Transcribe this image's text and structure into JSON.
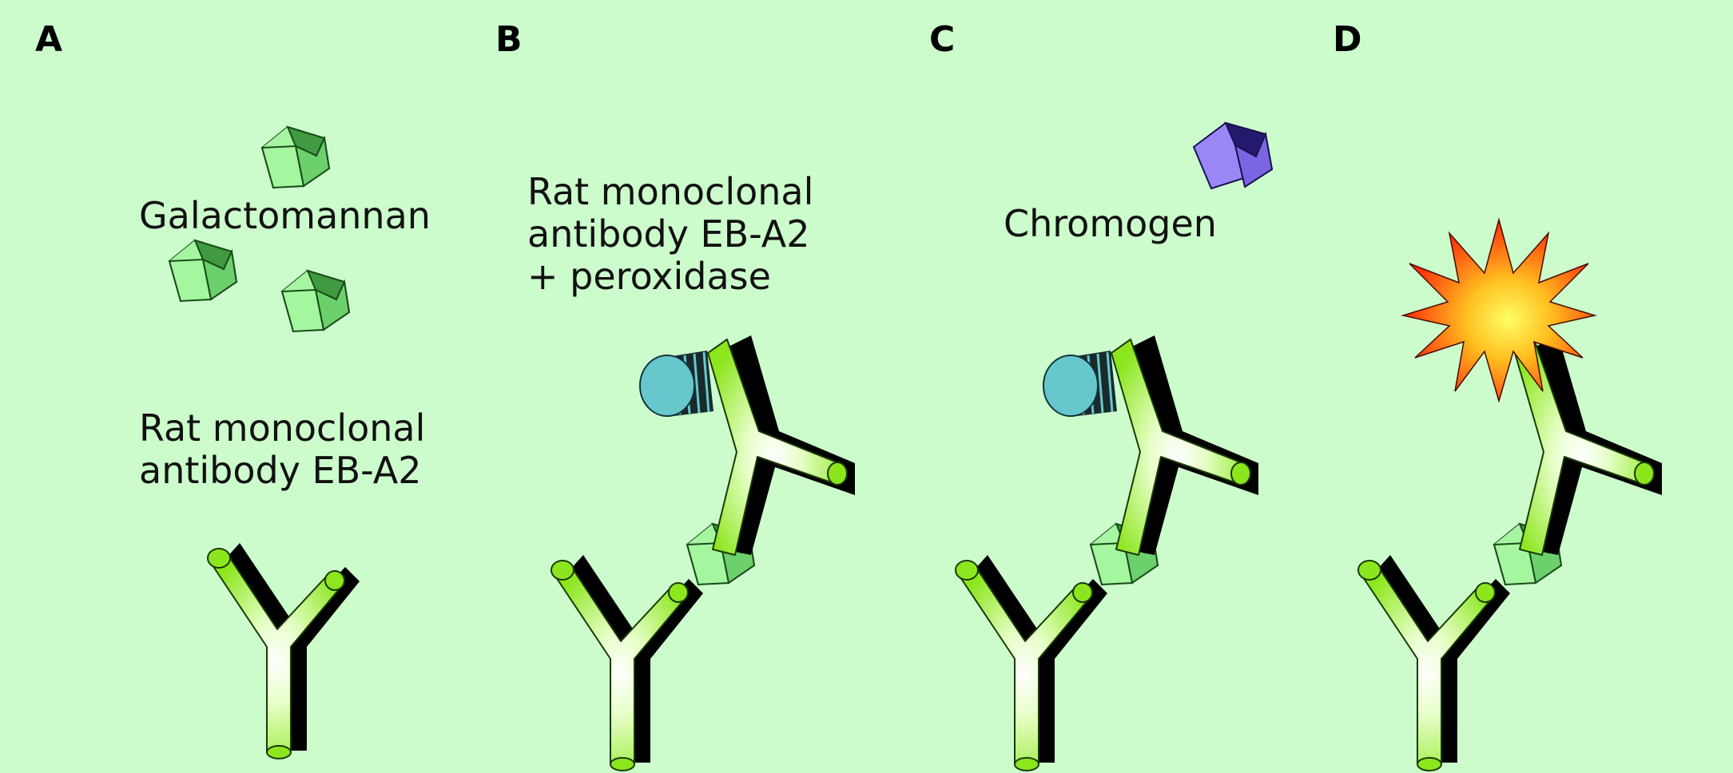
{
  "panels": [
    {
      "letter": "A"
    },
    {
      "letter": "B"
    },
    {
      "letter": "C"
    },
    {
      "letter": "D"
    }
  ],
  "labels": {
    "galactomannan": "Galactomannan",
    "capture_antibody": [
      "Rat monoclonal",
      "antibody EB-A2"
    ],
    "conjugate": [
      "Rat monoclonal",
      "antibody EB-A2",
      "+ peroxidase"
    ],
    "chromogen": "Chromogen"
  },
  "colors": {
    "background": "#ccfccc",
    "antibody": "#9bf22a",
    "antigen": "#7de07d",
    "peroxidase": "#66c8cc",
    "chromogen": "#9a86f5",
    "signal_outer": "#ff3a10",
    "signal_inner": "#ffe840"
  }
}
